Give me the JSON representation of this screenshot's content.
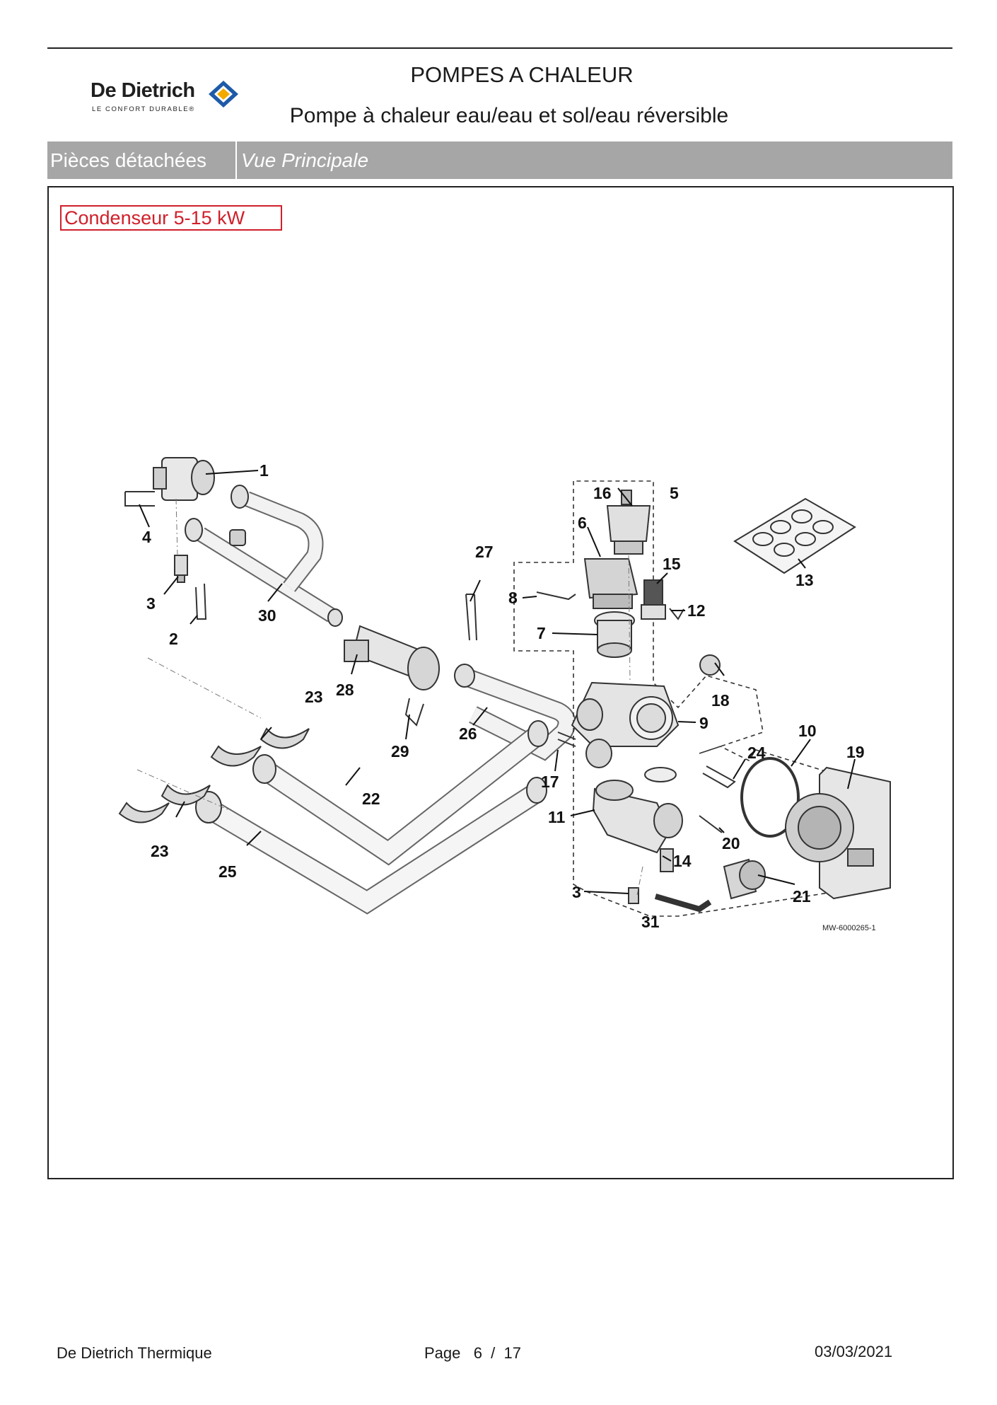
{
  "header": {
    "brand": "De Dietrich",
    "tagline": "LE CONFORT DURABLE®",
    "title": "POMPES A CHALEUR",
    "subtitle": "Pompe à chaleur eau/eau et sol/eau réversible"
  },
  "band": {
    "left": "Pièces détachées",
    "right": "Vue Principale"
  },
  "section": {
    "label": "Condenseur 5-15 kW"
  },
  "diagram": {
    "reference": "MW-6000265-1",
    "callouts": [
      {
        "id": "c1",
        "text": "1"
      },
      {
        "id": "c2",
        "text": "2"
      },
      {
        "id": "c3a",
        "text": "3"
      },
      {
        "id": "c3b",
        "text": "3"
      },
      {
        "id": "c4",
        "text": "4"
      },
      {
        "id": "c5",
        "text": "5"
      },
      {
        "id": "c6",
        "text": "6"
      },
      {
        "id": "c7",
        "text": "7"
      },
      {
        "id": "c8",
        "text": "8"
      },
      {
        "id": "c9",
        "text": "9"
      },
      {
        "id": "c10",
        "text": "10"
      },
      {
        "id": "c11",
        "text": "11"
      },
      {
        "id": "c12",
        "text": "12"
      },
      {
        "id": "c13",
        "text": "13"
      },
      {
        "id": "c14",
        "text": "14"
      },
      {
        "id": "c15",
        "text": "15"
      },
      {
        "id": "c16",
        "text": "16"
      },
      {
        "id": "c17",
        "text": "17"
      },
      {
        "id": "c18",
        "text": "18"
      },
      {
        "id": "c19",
        "text": "19"
      },
      {
        "id": "c20",
        "text": "20"
      },
      {
        "id": "c21",
        "text": "21"
      },
      {
        "id": "c22",
        "text": "22"
      },
      {
        "id": "c23a",
        "text": "23"
      },
      {
        "id": "c23b",
        "text": "23"
      },
      {
        "id": "c24",
        "text": "24"
      },
      {
        "id": "c25",
        "text": "25"
      },
      {
        "id": "c26",
        "text": "26"
      },
      {
        "id": "c27",
        "text": "27"
      },
      {
        "id": "c28",
        "text": "28"
      },
      {
        "id": "c29",
        "text": "29"
      },
      {
        "id": "c30",
        "text": "30"
      },
      {
        "id": "c31",
        "text": "31"
      }
    ]
  },
  "footer": {
    "company": "De Dietrich Thermique",
    "page": "Page   6  /  17",
    "date": "03/03/2021"
  }
}
